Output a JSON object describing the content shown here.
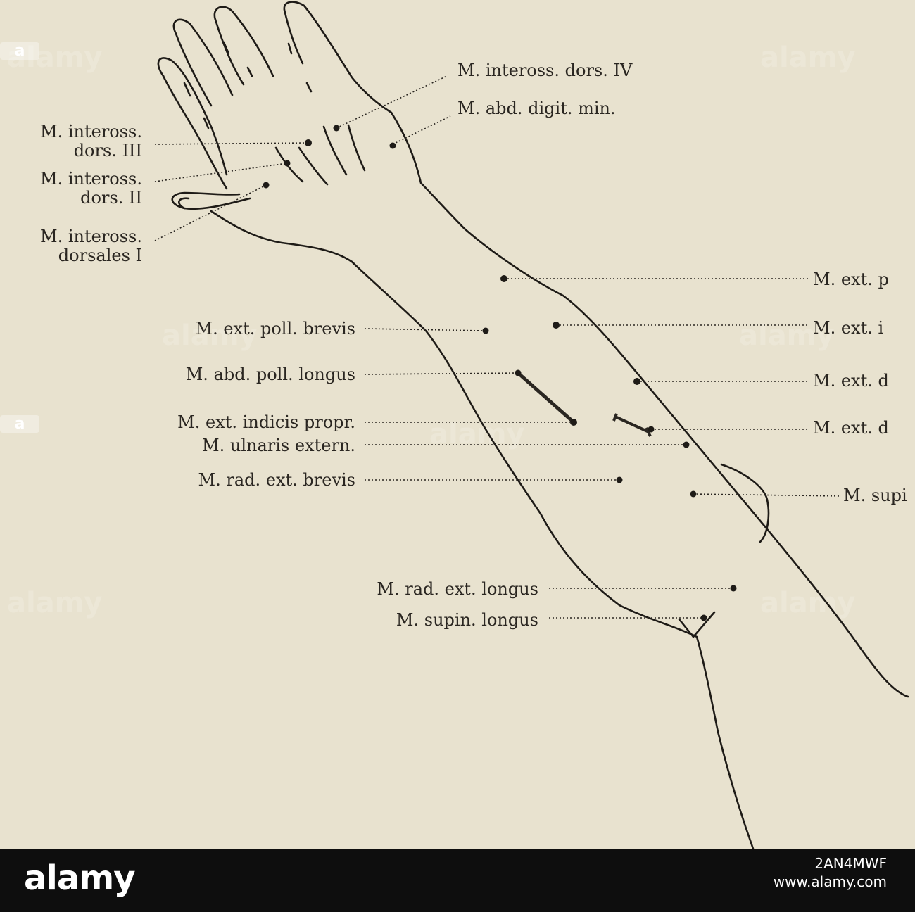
{
  "labels": {
    "inteross_dors_iv": "M. inteross. dors. IV",
    "abd_digit_min": "M. abd. digit. min.",
    "inteross_dors_iii_a": "M. inteross.",
    "inteross_dors_iii_b": "dors. III",
    "inteross_dors_ii_a": "M. inteross.",
    "inteross_dors_ii_b": "dors. II",
    "inteross_dorsales_i_a": "M. inteross.",
    "inteross_dorsales_i_b": "dorsales I",
    "ext_poll_brevis": "M. ext. poll. brevis",
    "abd_poll_longus": "M. abd. poll. longus",
    "ext_indicis_propr": "M. ext. indicis propr.",
    "ulnaris_extern": "M. ulnaris extern.",
    "rad_ext_brevis": "M. rad. ext. brevis",
    "rad_ext_longus": "M. rad. ext. longus",
    "supin_longus": "M. supin. longus",
    "right_1": "M. ext. p",
    "right_2": "M. ext. i",
    "right_3": "M. ext. d",
    "right_4": "M. ext. d",
    "right_5": "M. supi"
  },
  "watermark": {
    "logo": "alamy",
    "image_id": "2AN4MWF",
    "site": "www.alamy.com",
    "tile_text": "alamy",
    "side_badge": "a"
  },
  "colors": {
    "paper": "#e8e2cf",
    "ink": "#1e1b17",
    "strip": "#0e0e0e"
  }
}
